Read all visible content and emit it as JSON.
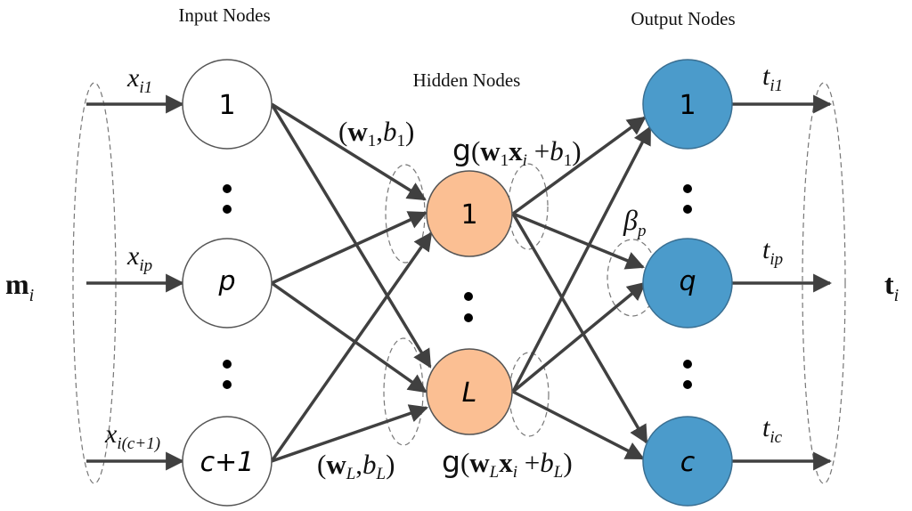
{
  "title": "ELM network diagram",
  "layers": {
    "input": {
      "label": "Input Nodes",
      "nodes": [
        {
          "id": "in1",
          "label": "1",
          "italic": false
        },
        {
          "id": "inp",
          "label": "p",
          "italic": true
        },
        {
          "id": "inc",
          "label": "c+1",
          "italic": true
        }
      ],
      "input_labels": [
        {
          "base": "x",
          "sub": "i1"
        },
        {
          "base": "x",
          "sub": "ip"
        },
        {
          "base": "x",
          "sub": "i(c+1)"
        }
      ]
    },
    "hidden": {
      "label": "Hidden Nodes",
      "nodes": [
        {
          "id": "h1",
          "label": "1",
          "italic": false
        },
        {
          "id": "hL",
          "label": "L",
          "italic": true
        }
      ]
    },
    "output": {
      "label": "Output Nodes",
      "nodes": [
        {
          "id": "o1",
          "label": "1",
          "italic": false
        },
        {
          "id": "oq",
          "label": "q",
          "italic": true
        },
        {
          "id": "oc",
          "label": "c",
          "italic": true
        }
      ],
      "output_labels": [
        {
          "base": "t",
          "sub": "i1"
        },
        {
          "base": "t",
          "sub": "ip"
        },
        {
          "base": "t",
          "sub": "ic"
        }
      ]
    }
  },
  "annotations": {
    "input_vector": {
      "base": "m",
      "sub": "i"
    },
    "output_vector": {
      "base": "t",
      "sub": "i"
    },
    "weight_1": {
      "open": "(",
      "w": "w",
      "w_sub": "1",
      "comma": ",",
      "b": "b",
      "b_sub": "1",
      "close": ")"
    },
    "weight_L": {
      "open": "(",
      "w": "w",
      "w_sub": "L",
      "comma": ",",
      "b": "b",
      "b_sub": "L",
      "close": ")"
    },
    "activation_1": {
      "g": "g",
      "open": "(",
      "w": "w",
      "w_sub": "1",
      "x": "x",
      "x_sub": "i",
      "plus": " +",
      "b": "b",
      "b_sub": "1",
      "close": ")"
    },
    "activation_L": {
      "g": "g",
      "open": "(",
      "w": "w",
      "w_sub": "L",
      "x": "x",
      "x_sub": "i",
      "plus": " +",
      "b": "b",
      "b_sub": "L",
      "close": ")"
    },
    "beta": {
      "base": "β",
      "sub": "p"
    }
  },
  "colors": {
    "input_fill": "#ffffff",
    "hidden_fill": "#fbbf93",
    "output_fill": "#4b9bcb",
    "edge": "#404040",
    "node_stroke": "#555555"
  }
}
